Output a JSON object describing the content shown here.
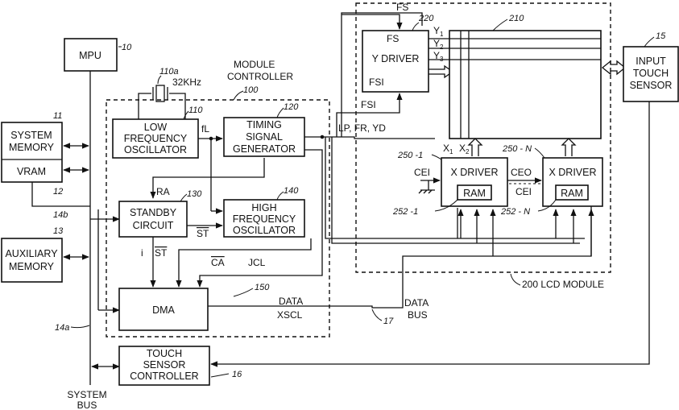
{
  "blocks": {
    "mpu": "MPU",
    "system_memory": [
      "SYSTEM",
      "MEMORY"
    ],
    "vram": "VRAM",
    "aux_memory": [
      "AUXILIARY",
      "MEMORY"
    ],
    "low_freq_osc": [
      "LOW",
      "FREQUENCY",
      "OSCILLATOR"
    ],
    "timing_gen": [
      "TIMING",
      "SIGNAL",
      "GENERATOR"
    ],
    "standby": [
      "STANDBY",
      "CIRCUIT"
    ],
    "high_freq_osc": [
      "HIGH",
      "FREQUENCY",
      "OSCILLATOR"
    ],
    "dma": "DMA",
    "touch_ctrl": [
      "TOUCH",
      "SENSOR",
      "CONTROLLER"
    ],
    "y_driver_fs": "FS",
    "y_driver": "Y DRIVER",
    "y_driver_fsi": "FSI",
    "x_driver": "X DRIVER",
    "ram": "RAM",
    "input_touch": [
      "INPUT",
      "TOUCH",
      "SENSOR"
    ]
  },
  "refs": {
    "r10": "10",
    "r11": "11",
    "r12": "12",
    "r13": "13",
    "r14a": "14a",
    "r14b": "14b",
    "r15": "15",
    "r16": "16",
    "r17": "17",
    "r100": "100",
    "r110": "110",
    "r110a": "110a",
    "r120": "120",
    "r130": "130",
    "r140": "140",
    "r150": "150",
    "r210": "210",
    "r220": "220",
    "r250_1": "250 -1",
    "r250_n": "250 - N",
    "r252_1": "252 -1",
    "r252_n": "252 - N"
  },
  "labels": {
    "module_controller": [
      "MODULE",
      "CONTROLLER"
    ],
    "crystal_freq": "32KHz",
    "fl": "fL",
    "ra": "RA",
    "st": "ST",
    "st2": "ST",
    "i": "i",
    "ca": "CA",
    "jcl": "JCL",
    "data": "DATA",
    "xscl": "XSCL",
    "data_bus": [
      "DATA",
      "BUS"
    ],
    "system_bus": [
      "SYSTEM",
      "BUS"
    ],
    "fs_top": "FS",
    "fsi_out": "FSI",
    "lp_fr_yd": "LP, FR, YD",
    "y1": "Y",
    "y2": "Y",
    "y3": "Y",
    "sub1": "1",
    "sub2": "2",
    "sub3": "3",
    "x1": "X",
    "x2": "X",
    "cei": "CEI",
    "ceo": "CEO",
    "cei2": "CEI",
    "lcd_module": "200 LCD MODULE"
  }
}
